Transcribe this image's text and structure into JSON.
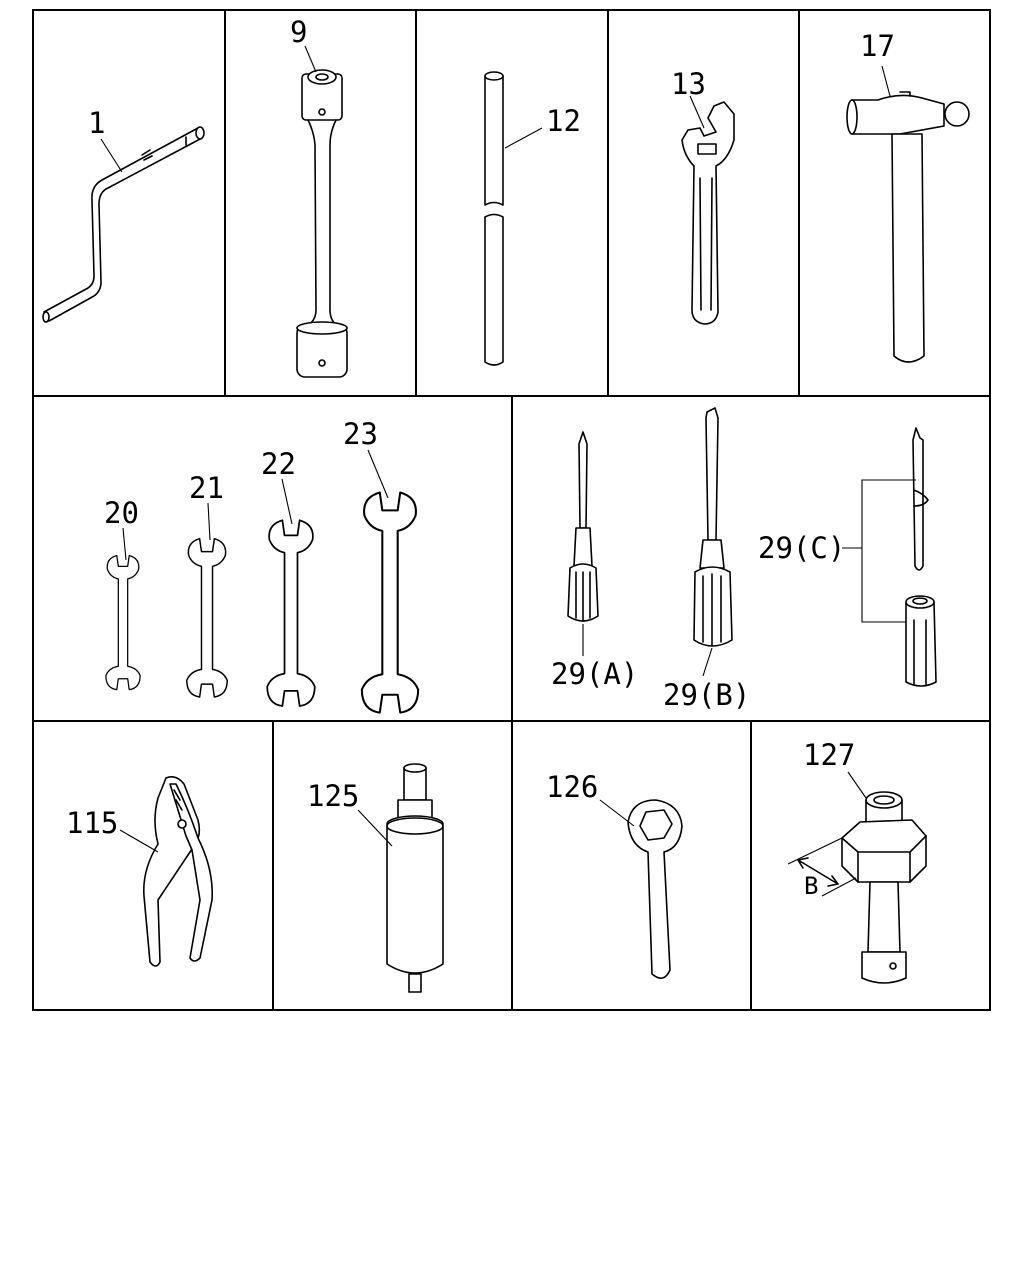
{
  "labels": {
    "p1": "1",
    "p9": "9",
    "p12": "12",
    "p13": "13",
    "p17": "17",
    "p20": "20",
    "p21": "21",
    "p22": "22",
    "p23": "23",
    "p29a": "29(A)",
    "p29b": "29(B)",
    "p29c": "29(C)",
    "p115": "115",
    "p125": "125",
    "p126": "126",
    "p127": "127",
    "dimB": "B"
  },
  "icons": [
    "crank-handle-icon",
    "box-wrench-icon",
    "tommy-bar-icon",
    "adjustable-wrench-icon",
    "ball-peen-hammer-icon",
    "double-open-wrench-icon",
    "screwdriver-icon",
    "bit-screwdriver-icon",
    "pliers-icon",
    "puller-icon",
    "ring-spanner-icon",
    "socket-wrench-icon"
  ]
}
